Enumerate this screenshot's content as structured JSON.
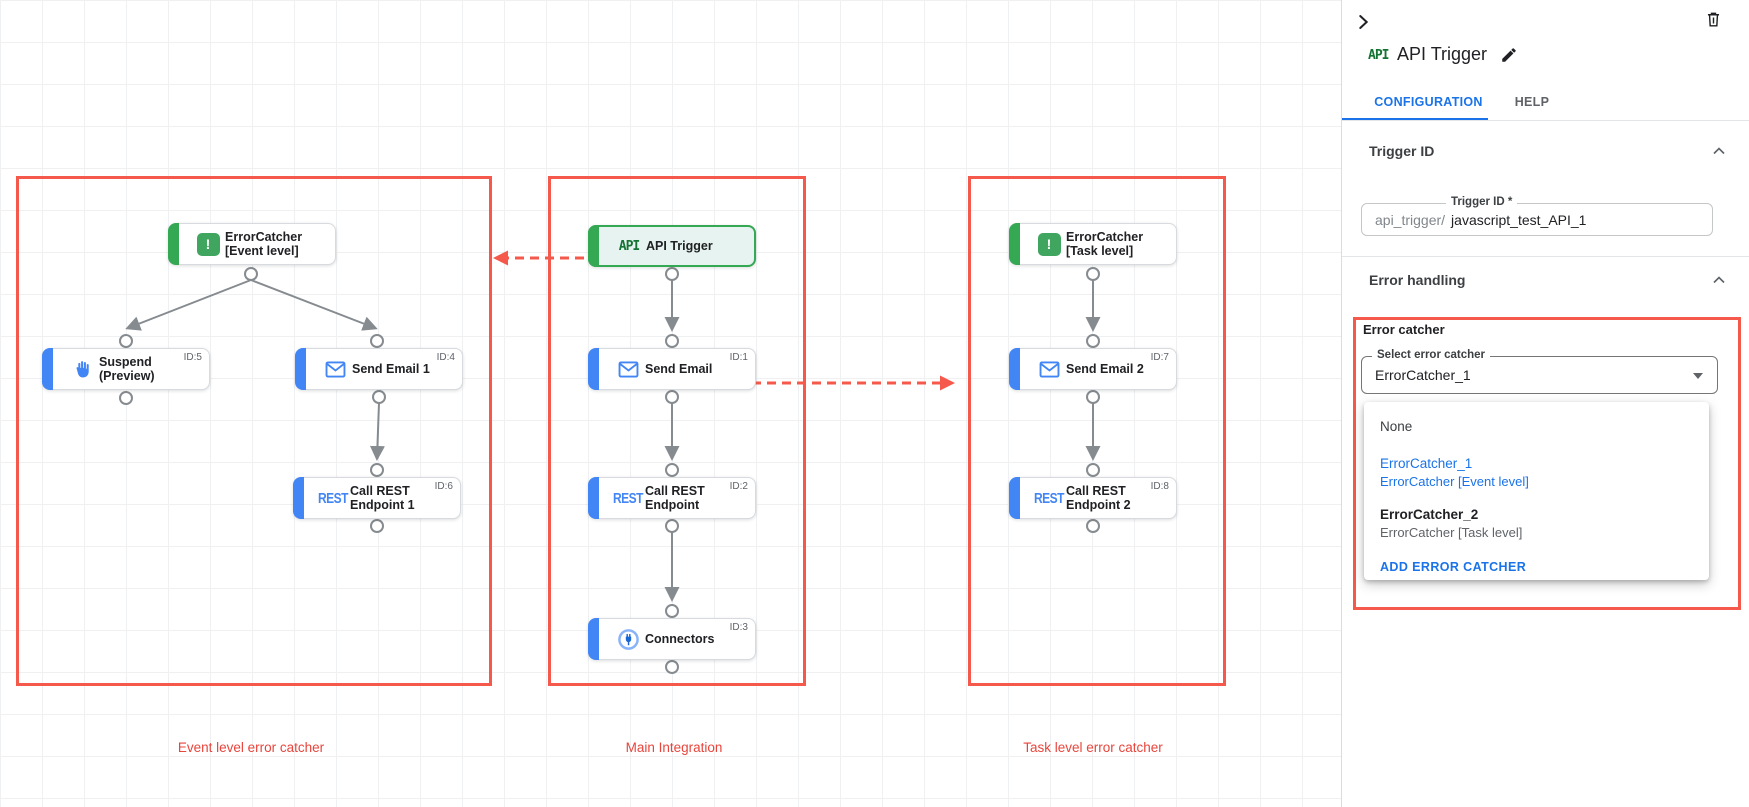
{
  "colors": {
    "accent_red": "#f4594b",
    "label_red": "#e8453c",
    "task_blue": "#4285f4",
    "link_blue": "#1a73e8",
    "trigger_green": "#34a853",
    "error_dot_red": "#c5221f"
  },
  "canvas": {
    "groups": [
      {
        "label": "Event level error catcher"
      },
      {
        "label": "Main Integration"
      },
      {
        "label": "Task level error catcher"
      }
    ],
    "icon_labels": {
      "rest": "REST",
      "api": "API"
    },
    "nodes": [
      {
        "label": "ErrorCatcher\n[Event level]",
        "badge": ""
      },
      {
        "label": "Suspend\n(Preview)",
        "badge": "ID:5"
      },
      {
        "label": "Send Email 1",
        "badge": "ID:4"
      },
      {
        "label": "Call REST\nEndpoint 1",
        "badge": "ID:6"
      },
      {
        "label": "API Trigger",
        "badge": ""
      },
      {
        "label": "Send Email",
        "badge": "ID:1"
      },
      {
        "label": "Call REST\nEndpoint",
        "badge": "ID:2"
      },
      {
        "label": "Connectors",
        "badge": "ID:3"
      },
      {
        "label": "ErrorCatcher\n[Task level]",
        "badge": ""
      },
      {
        "label": "Send Email 2",
        "badge": "ID:7"
      },
      {
        "label": "Call REST\nEndpoint 2",
        "badge": "ID:8"
      }
    ]
  },
  "panel": {
    "logo": "API",
    "title": "API Trigger",
    "tabs": {
      "configuration": "CONFIGURATION",
      "help": "HELP"
    },
    "trigger_id": {
      "header": "Trigger ID",
      "label": "Trigger ID *",
      "prefix": "api_trigger/",
      "value": "javascript_test_API_1"
    },
    "error_handling": {
      "header": "Error handling",
      "group": "Error catcher",
      "select_label": "Select error catcher",
      "select_value": "ErrorCatcher_1",
      "items": [
        {
          "name": "None",
          "desc": ""
        },
        {
          "name": "ErrorCatcher_1",
          "desc": "ErrorCatcher [Event level]"
        },
        {
          "name": "ErrorCatcher_2",
          "desc": "ErrorCatcher [Task level]"
        }
      ],
      "add_button": "ADD ERROR CATCHER"
    }
  }
}
